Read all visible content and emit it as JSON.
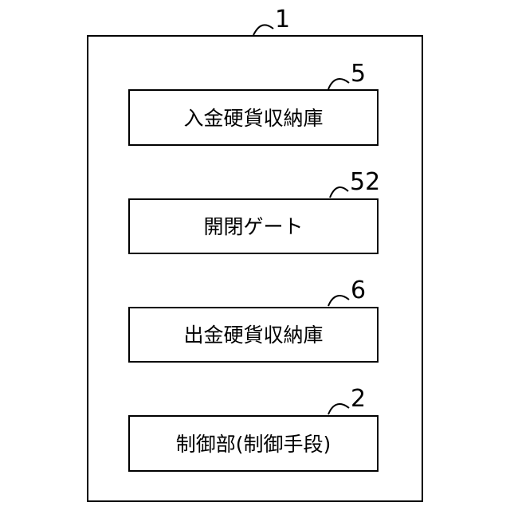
{
  "device": {
    "ref": "1"
  },
  "components": [
    {
      "ref": "5",
      "label": "入金硬貨収納庫"
    },
    {
      "ref": "52",
      "label": "開閉ゲート"
    },
    {
      "ref": "6",
      "label": "出金硬貨収納庫"
    },
    {
      "ref": "2",
      "label": "制御部(制御手段)"
    }
  ]
}
